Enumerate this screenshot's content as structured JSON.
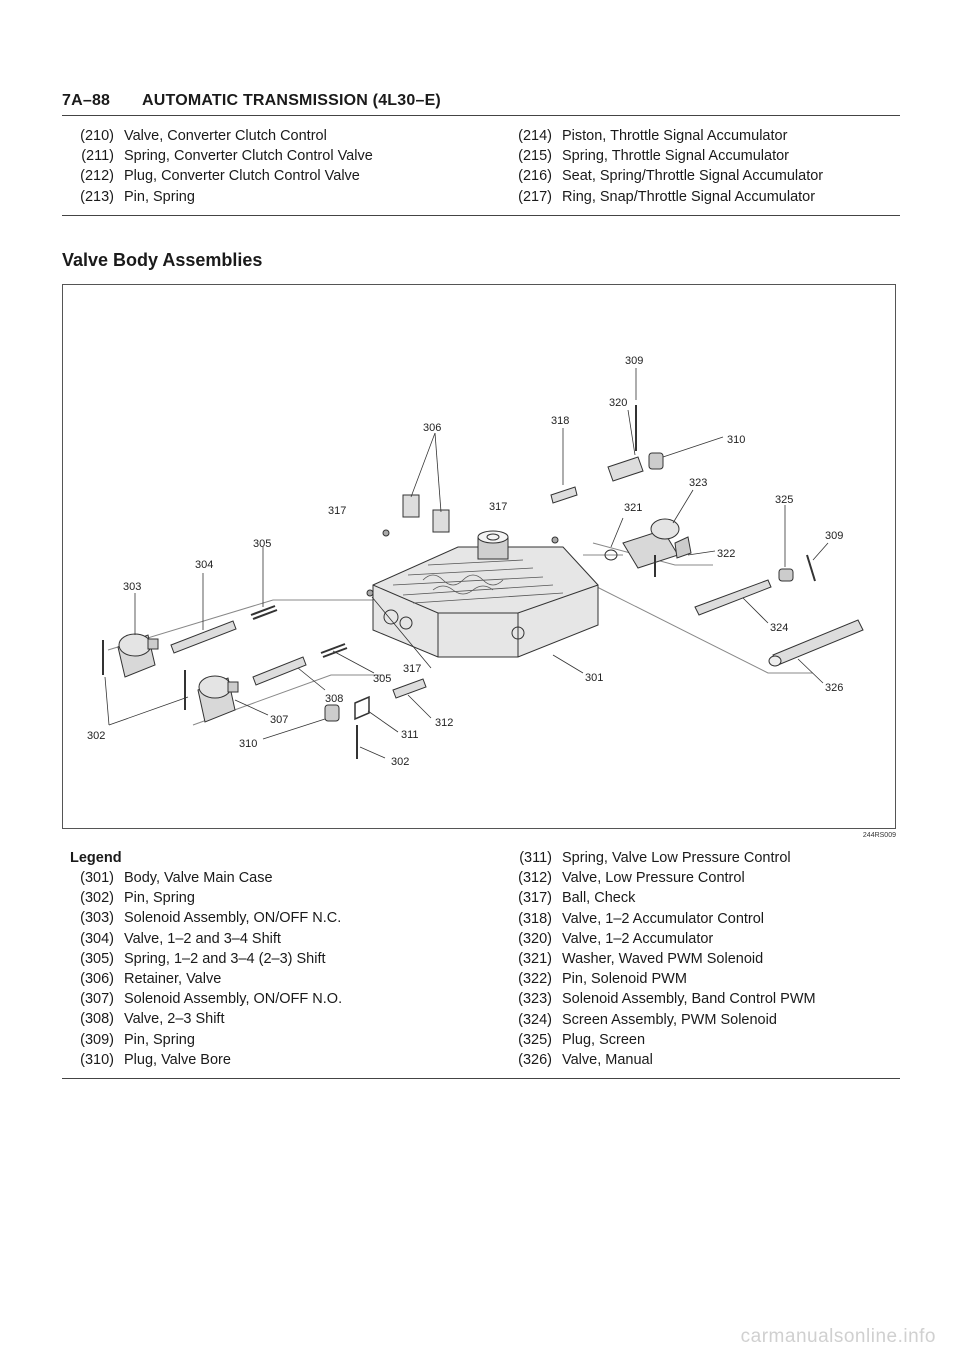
{
  "header": {
    "page_number": "7A–88",
    "title": "AUTOMATIC TRANSMISSION (4L30–E)"
  },
  "top_list_left": [
    {
      "num": "(210)",
      "text": "Valve, Converter Clutch Control"
    },
    {
      "num": "(211)",
      "text": "Spring, Converter Clutch Control Valve"
    },
    {
      "num": "(212)",
      "text": "Plug, Converter Clutch Control Valve"
    },
    {
      "num": "(213)",
      "text": "Pin, Spring"
    }
  ],
  "top_list_right": [
    {
      "num": "(214)",
      "text": "Piston, Throttle Signal Accumulator"
    },
    {
      "num": "(215)",
      "text": "Spring, Throttle Signal Accumulator"
    },
    {
      "num": "(216)",
      "text": "Seat, Spring/Throttle Signal Accumulator"
    },
    {
      "num": "(217)",
      "text": "Ring, Snap/Throttle Signal Accumulator"
    }
  ],
  "section_title": "Valve Body Assemblies",
  "figure": {
    "id": "244RS009",
    "callouts": [
      "309",
      "320",
      "318",
      "310",
      "306",
      "323",
      "317",
      "317",
      "321",
      "325",
      "309",
      "305",
      "322",
      "304",
      "303",
      "324",
      "305",
      "317",
      "301",
      "326",
      "308",
      "312",
      "307",
      "311",
      "302",
      "310",
      "302"
    ]
  },
  "legend": {
    "title": "Legend",
    "left": [
      {
        "num": "(301)",
        "text": "Body, Valve Main Case"
      },
      {
        "num": "(302)",
        "text": "Pin, Spring"
      },
      {
        "num": "(303)",
        "text": "Solenoid Assembly, ON/OFF N.C."
      },
      {
        "num": "(304)",
        "text": "Valve, 1–2 and  3–4  Shift"
      },
      {
        "num": "(305)",
        "text": "Spring, 1–2 and 3–4 (2–3) Shift"
      },
      {
        "num": "(306)",
        "text": "Retainer, Valve"
      },
      {
        "num": "(307)",
        "text": "Solenoid Assembly, ON/OFF N.O."
      },
      {
        "num": "(308)",
        "text": "Valve, 2–3 Shift"
      },
      {
        "num": "(309)",
        "text": "Pin, Spring"
      },
      {
        "num": "(310)",
        "text": "Plug, Valve Bore"
      }
    ],
    "right": [
      {
        "num": "(311)",
        "text": "Spring, Valve Low Pressure Control"
      },
      {
        "num": "(312)",
        "text": "Valve, Low Pressure Control"
      },
      {
        "num": "(317)",
        "text": "Ball, Check"
      },
      {
        "num": "(318)",
        "text": "Valve, 1–2 Accumulator Control"
      },
      {
        "num": "(320)",
        "text": "Valve, 1–2 Accumulator"
      },
      {
        "num": "(321)",
        "text": "Washer, Waved PWM Solenoid"
      },
      {
        "num": "(322)",
        "text": "Pin, Solenoid PWM"
      },
      {
        "num": "(323)",
        "text": "Solenoid Assembly, Band Control PWM"
      },
      {
        "num": "(324)",
        "text": "Screen Assembly, PWM Solenoid"
      },
      {
        "num": "(325)",
        "text": "Plug, Screen"
      },
      {
        "num": "(326)",
        "text": "Valve, Manual"
      }
    ]
  },
  "watermark": "carmanualsonline.info"
}
